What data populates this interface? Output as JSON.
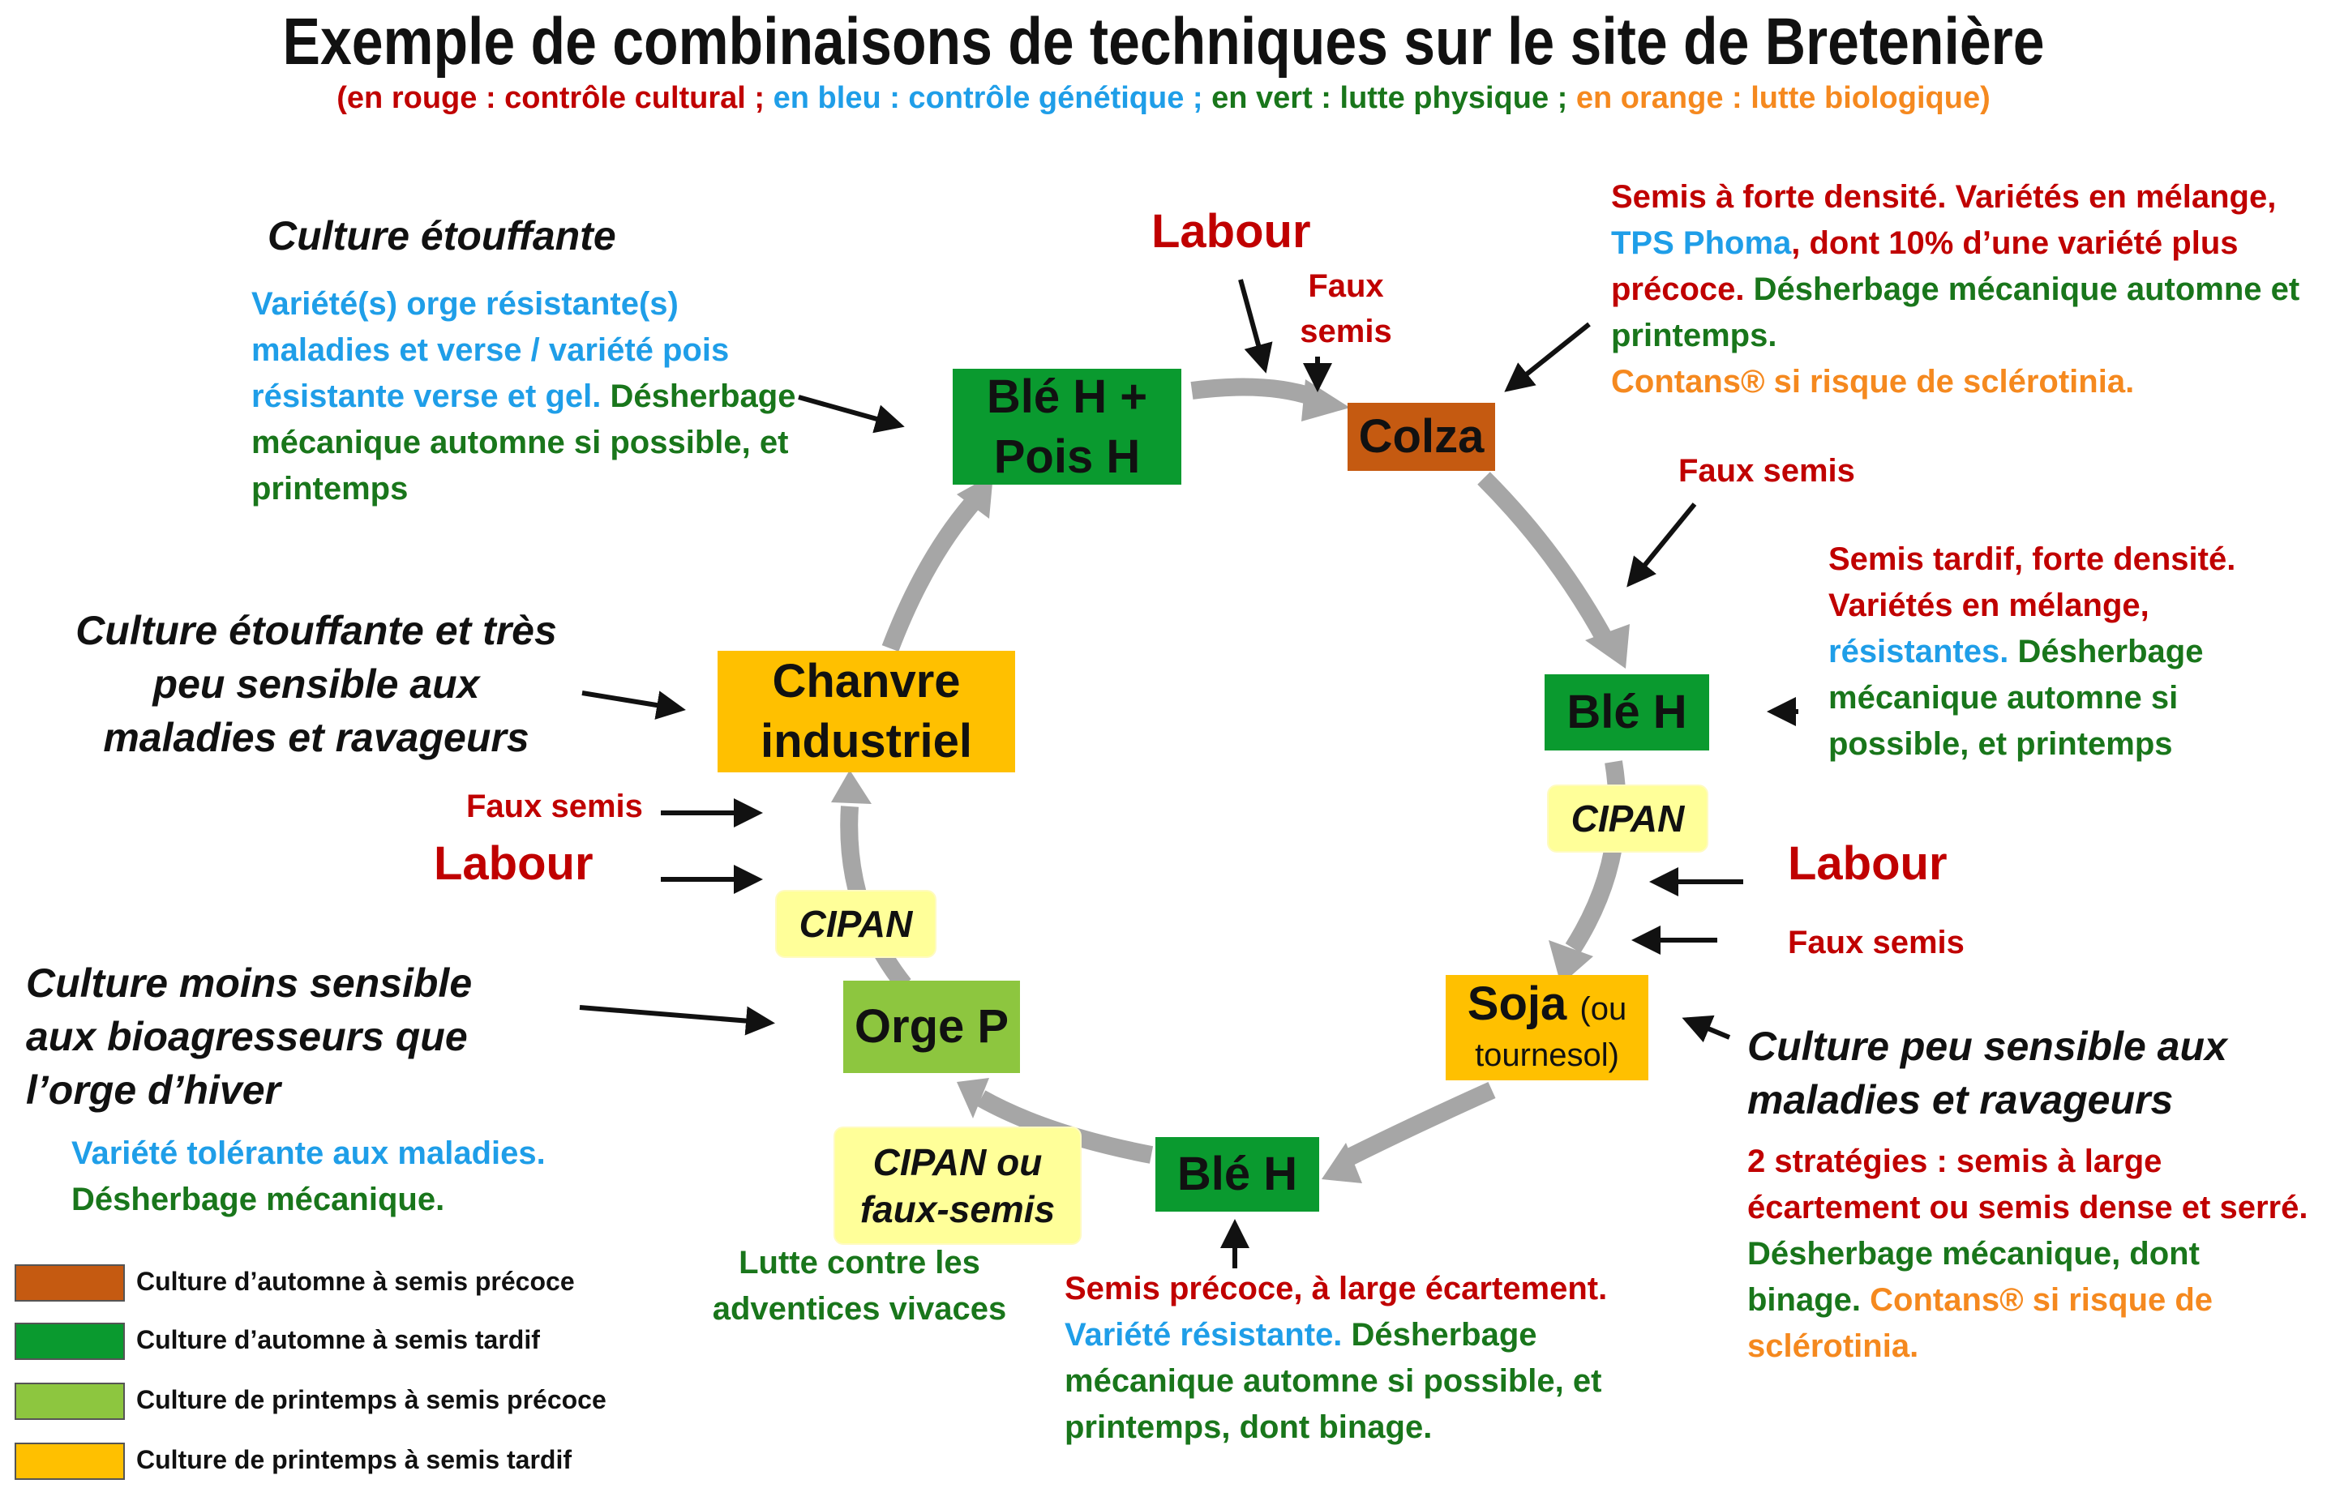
{
  "title": "Exemple de combinaisons de techniques sur le site de Bretenière",
  "subtitle": {
    "open": "(",
    "red": "en rouge : contrôle cultural ;",
    "blue": "en bleu : contrôle génétique ;",
    "green": "en vert : lutte physique ;",
    "orange": "en orange : lutte biologique",
    "close": ")"
  },
  "crops": {
    "ble_pois": "Blé H + Pois H",
    "colza": "Colza",
    "ble_h_right": "Blé H",
    "soja_main": "Soja",
    "soja_rest_1": "(ou",
    "soja_rest_2": "tournesol)",
    "ble_h_bottom": "Blé H",
    "orge": "Orge P",
    "chanvre": "Chanvre industriel"
  },
  "cipan": {
    "right": "CIPAN",
    "left": "CIPAN",
    "bottom": "CIPAN ou faux-semis"
  },
  "annotations": {
    "labour_top": "Labour",
    "faux_semis_top": "Faux semis",
    "faux_semis_right_top": "Faux semis",
    "labour_right": "Labour",
    "faux_semis_right": "Faux semis",
    "faux_semis_left": "Faux semis",
    "labour_left": "Labour",
    "culture_etouffante": "Culture étouffante",
    "culture_etouffante_tres_1": "Culture étouffante et très",
    "culture_etouffante_tres_2": "peu sensible aux",
    "culture_etouffante_tres_3": "maladies et ravageurs",
    "culture_moins_1": "Culture moins sensible",
    "culture_moins_2": "aux bioagresseurs que",
    "culture_moins_3": "l’orge d’hiver",
    "culture_peu_1": "Culture peu sensible aux",
    "culture_peu_2": "maladies et  ravageurs"
  },
  "notes": {
    "ble_pois_blue": "Variété(s) orge résistante(s) maladies et verse / variété pois résistante verse et gel.",
    "ble_pois_green": "Désherbage mécanique automne si possible, et printemps",
    "colza_red1": "Semis à forte densité. Variétés en mélange,",
    "colza_blue": "TPS Phoma",
    "colza_red2": ", dont 10% d’une variété plus précoce.",
    "colza_green": "Désherbage mécanique automne et printemps.",
    "colza_orange": "Contans® si risque de sclérotinia.",
    "ble_right_red": "Semis tardif, forte densité. Variétés en mélange,",
    "ble_right_blue": "résistantes.",
    "ble_right_green": "Désherbage mécanique automne si possible, et printemps",
    "soja_red": "2 stratégies : semis à large écartement ou semis dense et serré.",
    "soja_green": "Désherbage mécanique, dont binage.",
    "soja_orange": "Contans® si risque de sclérotinia.",
    "ble_bottom_red": "Semis précoce, à large écartement.",
    "ble_bottom_blue": "Variété résistante.",
    "ble_bottom_green": "Désherbage mécanique automne si possible, et printemps, dont binage.",
    "cipan_green": "Lutte contre les adventices vivaces",
    "orge_blue": "Variété tolérante aux maladies.",
    "orge_green": "Désherbage mécanique."
  },
  "legend": [
    {
      "label": "Culture d’automne à semis précoce",
      "color": "#c55a11"
    },
    {
      "label": "Culture d’automne à semis tardif",
      "color": "#0a9a2f"
    },
    {
      "label": "Culture  de printemps à semis précoce",
      "color": "#8dc63f"
    },
    {
      "label": "Culture de printemps à semis tardif",
      "color": "#ffc000"
    }
  ],
  "colors": {
    "red": "#c00000",
    "blue": "#1f9ee8",
    "green": "#19761b",
    "orange": "#f5891f",
    "box_autumn_early": "#c55a11",
    "box_autumn_late": "#0a9a2f",
    "box_spring_early": "#8dc63f",
    "box_spring_late": "#ffc000",
    "cipan": "#ffff99",
    "cycle_arrow": "#a6a6a6"
  }
}
